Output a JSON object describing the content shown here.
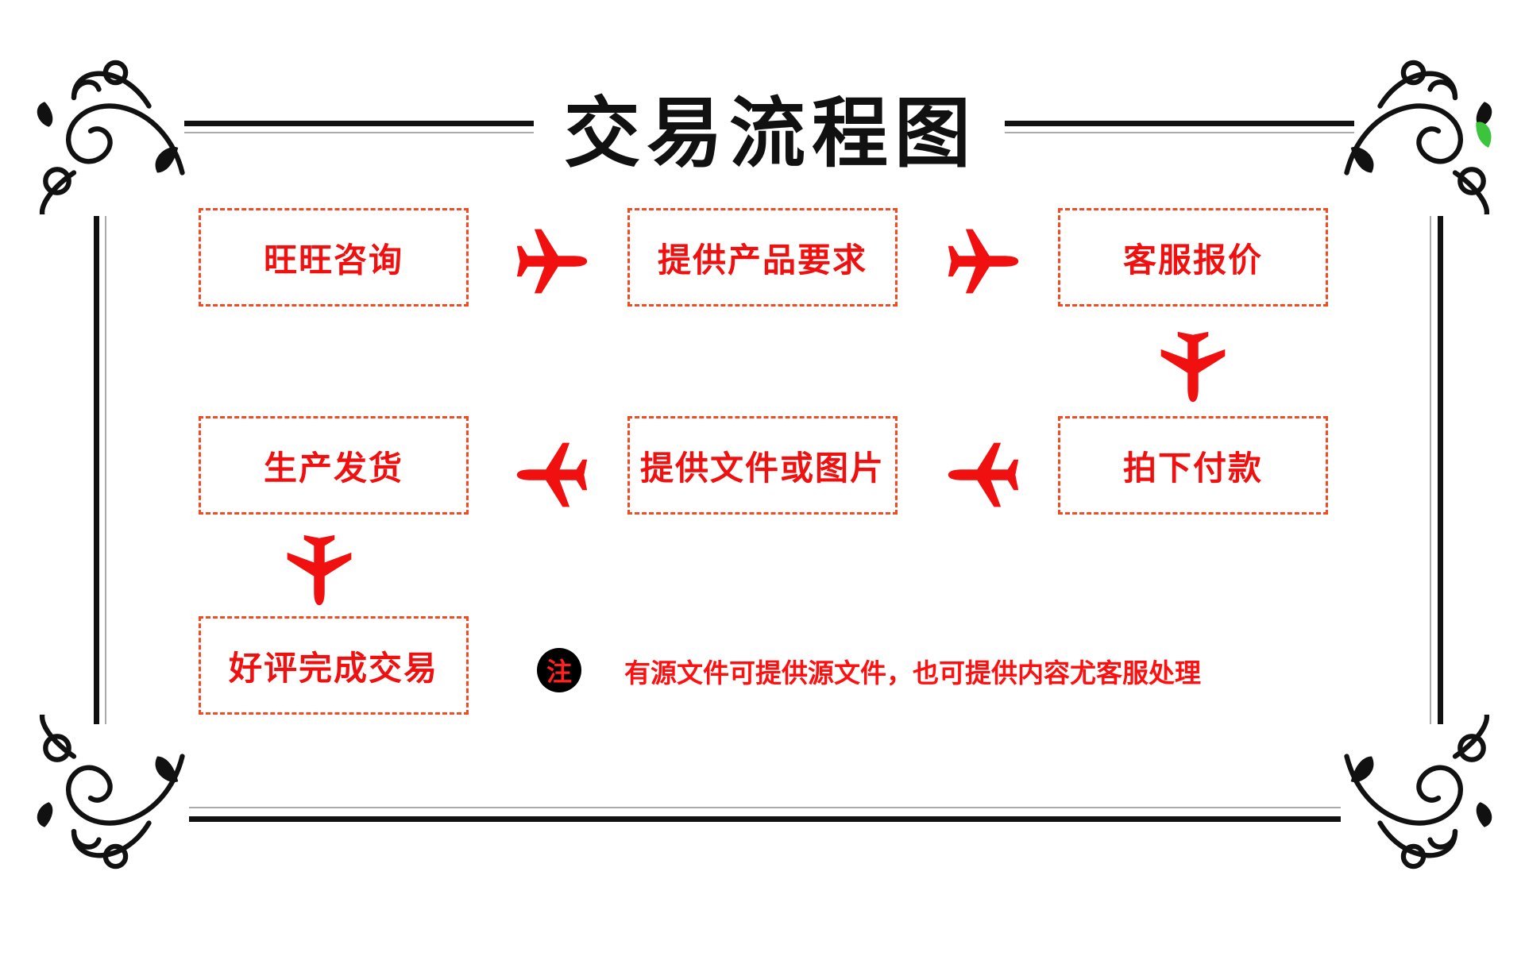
{
  "title": "交易流程图",
  "colors": {
    "accent": "#f01010",
    "dash": "#f04b23",
    "frame": "#111111",
    "leaf": "#3cc43c"
  },
  "steps": [
    {
      "label": "旺旺咨询"
    },
    {
      "label": "提供产品要求"
    },
    {
      "label": "客服报价"
    },
    {
      "label": "拍下付款"
    },
    {
      "label": "提供文件或图片"
    },
    {
      "label": "生产发货"
    },
    {
      "label": "好评完成交易"
    }
  ],
  "note": {
    "badge": "注",
    "text": "有源文件可提供源文件，也可提供内容尤客服处理"
  },
  "icons": {
    "arrow": "airplane-icon",
    "corner": "swirl-ornament-icon"
  }
}
